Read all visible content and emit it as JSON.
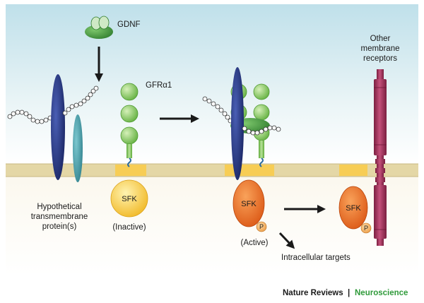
{
  "labels": {
    "gdnf": "GDNF",
    "gfra1": "GFRα1",
    "other_receptors": [
      "Other",
      "membrane",
      "receptors"
    ],
    "hypothetical": [
      "Hypothetical",
      "transmembrane",
      "protein(s)"
    ],
    "sfk_inactive": "SFK",
    "inactive": "(Inactive)",
    "sfk_active": "SFK",
    "active": "(Active)",
    "sfk_right": "SFK",
    "phospho": "P",
    "phospho_right": "P",
    "intracellular": "Intracellular targets"
  },
  "footer": {
    "publisher": "Nature Reviews",
    "separator": "|",
    "journal": "Neuroscience"
  },
  "colors": {
    "extracellular_top": "#cfe6ee",
    "membrane": "#e2d6a8",
    "lipid_raft": "#f6cf5a",
    "tm_protein_blue": "#1f2f7a",
    "tm_protein_teal": "#3c9aa6",
    "gfra1_green": "#8fce6a",
    "gdnf_green": "#3f9c3c",
    "sfk_inactive": "#f7c944",
    "sfk_active": "#ef6a1c",
    "receptor_maroon": "#a8345c"
  }
}
